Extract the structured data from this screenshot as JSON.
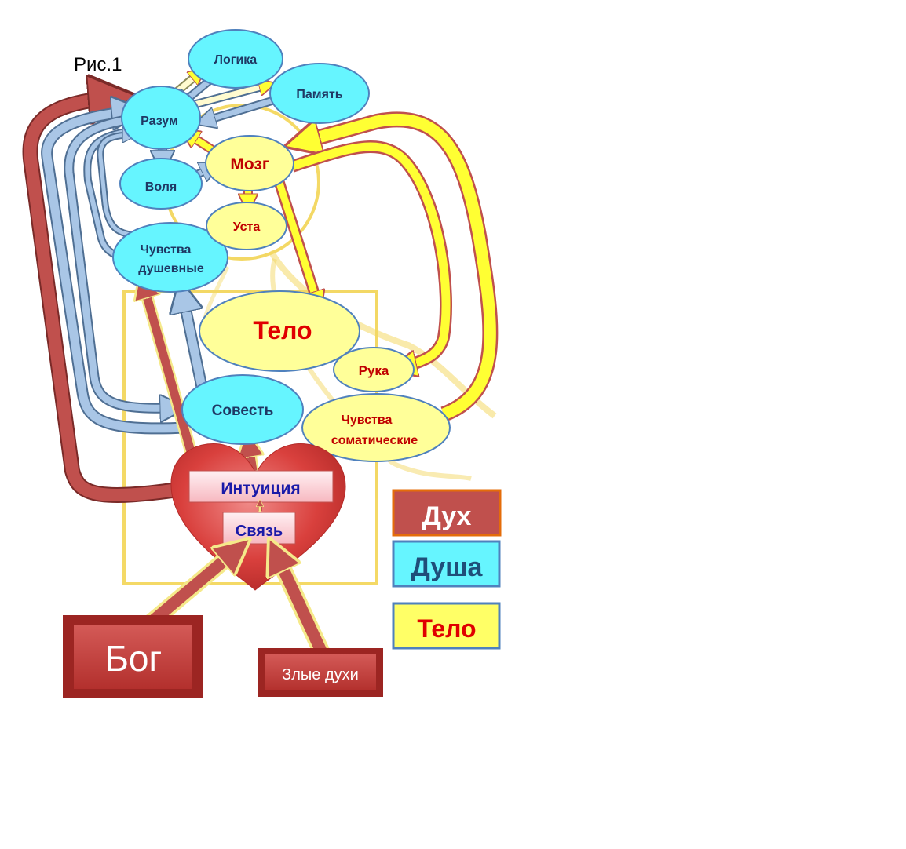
{
  "figure": {
    "caption": "Рис.1"
  },
  "soul_nodes": {
    "logic": "Логика",
    "memory": "Память",
    "reason": "Разум",
    "will": "Воля",
    "soul_feelings_line1": "Чувства",
    "soul_feelings_line2": "душевные",
    "conscience": "Совесть"
  },
  "body_nodes": {
    "brain": "Мозг",
    "mouth": "Уста",
    "body": "Тело",
    "hand": "Рука",
    "somatic_line1": "Чувства",
    "somatic_line2": "соматические"
  },
  "spirit_nodes": {
    "intuition": "Интуиция",
    "connection": "Связь"
  },
  "sources": {
    "god": "Бог",
    "evil_spirits": "Злые духи"
  },
  "legend": [
    {
      "label": "Дух",
      "fill": "#c0504d",
      "border": "#e46c0a",
      "text_color": "#ffffff"
    },
    {
      "label": "Душа",
      "fill": "#66f5ff",
      "border": "#4f81bd",
      "text_color": "#1f4e79"
    },
    {
      "label": "Тело",
      "fill": "#ffff66",
      "border": "#4f81bd",
      "text_color": "#e00000"
    }
  ],
  "colors": {
    "soul": "#66f5ff",
    "body": "#ffff99",
    "spirit": "#c0504d",
    "arrow_soul": "#a9c6e6",
    "arrow_body": "#ffff33",
    "outline_gold": "#f2d24b"
  }
}
